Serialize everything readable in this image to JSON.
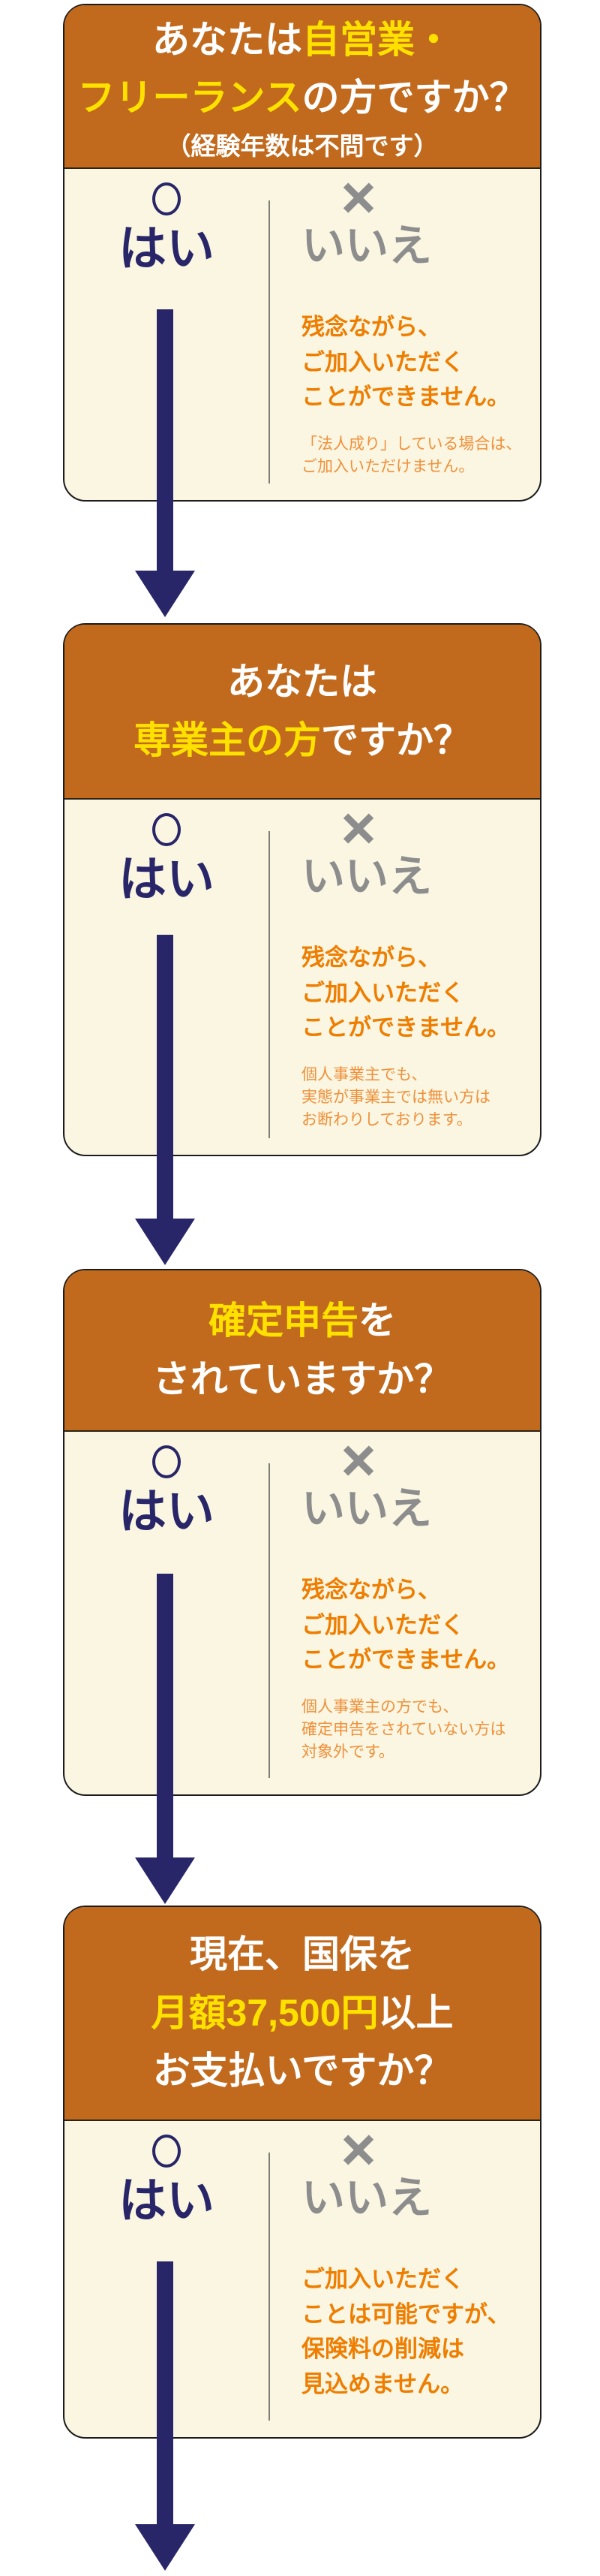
{
  "palette": {
    "header_bg": "#C16A1E",
    "highlight_yellow": "#FFE100",
    "card_bg": "#FAF6E2",
    "card_border": "#1C1C1C",
    "yes_navy": "#282668",
    "no_gray": "#8D8D8D",
    "warning_orange": "#EE7D00",
    "note_orange": "#F0903A",
    "arrow_navy": "#282668",
    "page_bg": "#FFFFFF"
  },
  "icons": {
    "yes": "circle-outline-icon ○",
    "no": "cross-icon ×",
    "flow": "down-arrow-icon ↓"
  },
  "cards": [
    {
      "title_lines": [
        {
          "segments": [
            {
              "text": "あなたは",
              "highlight": false
            },
            {
              "text": "自営業・",
              "highlight": true
            }
          ]
        },
        {
          "segments": [
            {
              "text": "フリーランス",
              "highlight": true
            },
            {
              "text": "の方ですか？",
              "highlight": false
            }
          ]
        }
      ],
      "subtitle": "（経験年数は不問です）",
      "yes_label": "はい",
      "no_label": "いいえ",
      "warning_lines": [
        "残念ながら、",
        "ご加入いただく",
        "ことができません。"
      ],
      "note_lines": [
        "「法人成り」している場合は、",
        "ご加入いただけません。"
      ]
    },
    {
      "title_lines": [
        {
          "segments": [
            {
              "text": "あなたは",
              "highlight": false
            }
          ]
        },
        {
          "segments": [
            {
              "text": "専業主の方",
              "highlight": true
            },
            {
              "text": "ですか？",
              "highlight": false
            }
          ]
        }
      ],
      "yes_label": "はい",
      "no_label": "いいえ",
      "warning_lines": [
        "残念ながら、",
        "ご加入いただく",
        "ことができません。"
      ],
      "note_lines": [
        "個人事業主でも、",
        "実態が事業主では無い方は",
        "お断わりしております。"
      ]
    },
    {
      "title_lines": [
        {
          "segments": [
            {
              "text": "確定申告",
              "highlight": true
            },
            {
              "text": "を",
              "highlight": false
            }
          ]
        },
        {
          "segments": [
            {
              "text": "されていますか？",
              "highlight": false
            }
          ]
        }
      ],
      "yes_label": "はい",
      "no_label": "いいえ",
      "warning_lines": [
        "残念ながら、",
        "ご加入いただく",
        "ことができません。"
      ],
      "note_lines": [
        "個人事業主の方でも、",
        "確定申告をされていない方は",
        "対象外です。"
      ]
    },
    {
      "title_lines": [
        {
          "segments": [
            {
              "text": "現在、国保を",
              "highlight": false
            }
          ]
        },
        {
          "segments": [
            {
              "text": "月額37,500円",
              "highlight": true
            },
            {
              "text": "以上",
              "highlight": false
            }
          ]
        },
        {
          "segments": [
            {
              "text": "お支払いですか？",
              "highlight": false
            }
          ]
        }
      ],
      "yes_label": "はい",
      "no_label": "いいえ",
      "warning_lines": [
        "ご加入いただく",
        "ことは可能ですが、",
        "保険料の削減は",
        "見込めません。"
      ],
      "note_lines": []
    }
  ]
}
